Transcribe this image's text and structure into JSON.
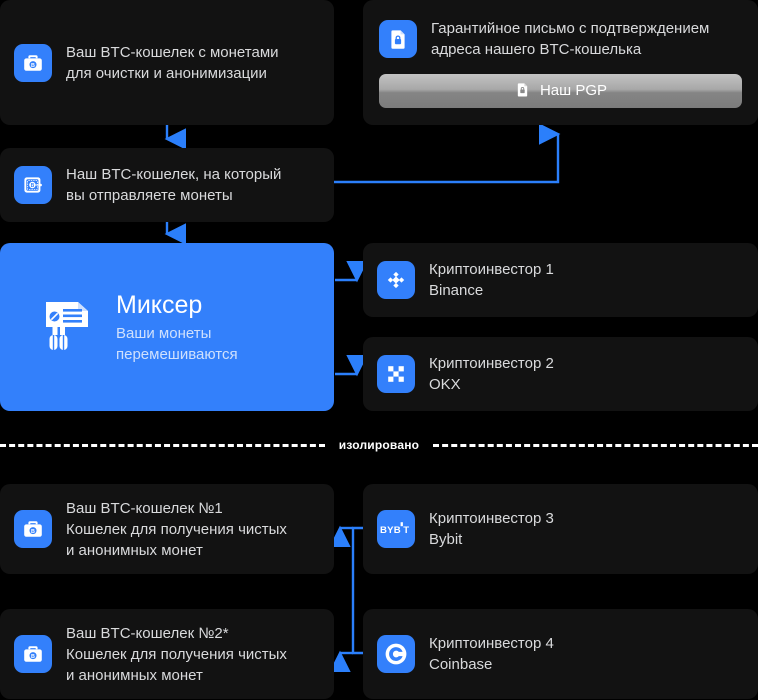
{
  "diagram": {
    "isolated_label": "изолировано",
    "accent_color": "#3380fb",
    "card_bg": "#121212",
    "page_bg": "#000000"
  },
  "top_left": {
    "source_wallet": {
      "icon": "btc-toolbox-icon",
      "text": "Ваш BTC-кошелек с монетами\nдля очистки и анонимизации"
    },
    "our_wallet": {
      "icon": "btc-safe-icon",
      "text": "Наш BTC-кошелек, на который\nвы отправляете монеты"
    }
  },
  "guarantee": {
    "icon": "document-lock-icon",
    "text": "Гарантийное письмо с подтверждением\nадреса нашего BTC-кошелька",
    "button_label": "Наш PGP",
    "button_icon": "document-lock-icon"
  },
  "mixer": {
    "icon": "mixer-icon",
    "title": "Миксер",
    "subtitle": "Ваши монеты\nперемешиваются"
  },
  "investors_top": [
    {
      "icon": "binance-icon",
      "title": "Криптоинвестор 1",
      "name": "Binance"
    },
    {
      "icon": "okx-icon",
      "title": "Криптоинвестор 2",
      "name": "OKX"
    }
  ],
  "wallets_bottom": [
    {
      "icon": "btc-toolbox-icon",
      "title": "Ваш BTC-кошелек №1",
      "desc": "Кошелек для получения чистых\nи анонимных монет"
    },
    {
      "icon": "btc-toolbox-icon",
      "title": "Ваш BTC-кошелек №2*",
      "desc": "Кошелек для получения чистых\nи анонимных монет"
    }
  ],
  "investors_bottom": [
    {
      "icon": "bybit-icon",
      "title": "Криптоинвестор 3",
      "name": "Bybit"
    },
    {
      "icon": "coinbase-icon",
      "title": "Криптоинвестор 4",
      "name": "Coinbase"
    }
  ]
}
